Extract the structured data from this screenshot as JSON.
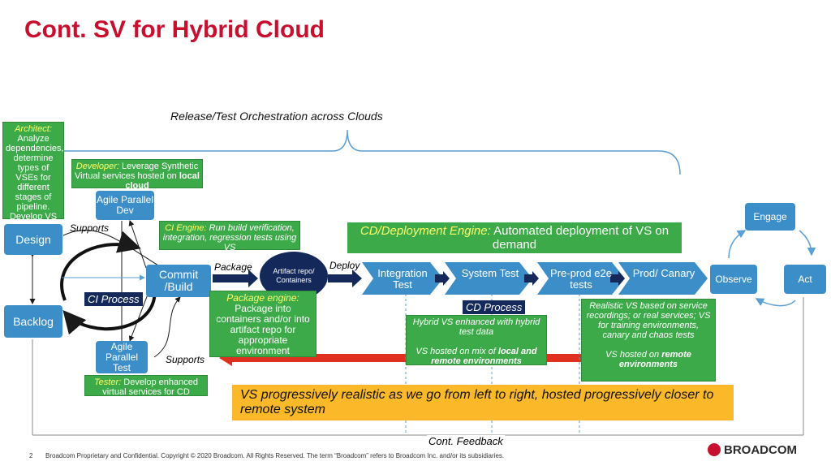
{
  "slide": {
    "title": "Cont. SV for Hybrid Cloud",
    "orchestration_label": "Release/Test Orchestration across Clouds",
    "feedback_label": "Cont. Feedback",
    "page_number": "2",
    "footer_text": "Broadcom Proprietary and Confidential.  Copyright © 2020 Broadcom.  All Rights Reserved. The term “Broadcom” refers to Broadcom Inc. and/or its subsidiaries.",
    "brand": "BROADCOM",
    "colors": {
      "title_red": "#c8102e",
      "box_blue": "#3c8ec8",
      "note_green": "#3daa4a",
      "banner_yellow": "#fbb829",
      "arrow_red": "#e03020",
      "dark_navy": "#14285a"
    }
  },
  "boxes": {
    "design": "Design",
    "backlog": "Backlog",
    "agile_dev": "Agile Parallel Dev",
    "agile_test": "Agile Parallel Test",
    "commit": "Commit /Build",
    "artifact": "Artifact repo/ Containers",
    "engage": "Engage",
    "observe": "Observe",
    "act": "Act"
  },
  "pipeline": [
    "Integration Test",
    "System Test",
    "Pre-prod e2e tests",
    "Prod/ Canary"
  ],
  "labels": {
    "supports_top": "Supports",
    "supports_bottom": "Supports",
    "package": "Package",
    "deploy": "Deploy",
    "ci_process": "CI Process",
    "cd_process": "CD Process"
  },
  "notes": {
    "architect_role": "Architect:",
    "architect_text": "Analyze dependencies, determine types of VSEs for different stages of pipeline. Develop VS for CI process",
    "developer_role": "Developer:",
    "developer_text": "Leverage Synthetic Virtual services hosted on",
    "developer_bold": "local cloud",
    "ci_engine_role": "CI Engine:",
    "ci_engine_text": "Run build verification, integration, regression tests using VS",
    "package_role": "Package engine:",
    "package_text": "Package into containers and/or into artifact repo for appropriate environment",
    "tester_role": "Tester:",
    "tester_text": "Develop enhanced virtual services for CD process",
    "cd_engine_role": "CD/Deployment Engine:",
    "cd_engine_text": "Automated deployment of VS on demand",
    "hybrid_line1": "Hybrid VS enhanced with hybrid test data",
    "hybrid_line2": "VS hosted on mix of",
    "hybrid_bold": "local and remote environments",
    "realistic_line1": "Realistic VS based on service recordings; or real services; VS for training environments, canary and chaos tests",
    "realistic_line2": "VS hosted on",
    "realistic_bold": "remote environments"
  },
  "banner": "VS progressively realistic as we go from left to right, hosted progressively closer to remote system"
}
